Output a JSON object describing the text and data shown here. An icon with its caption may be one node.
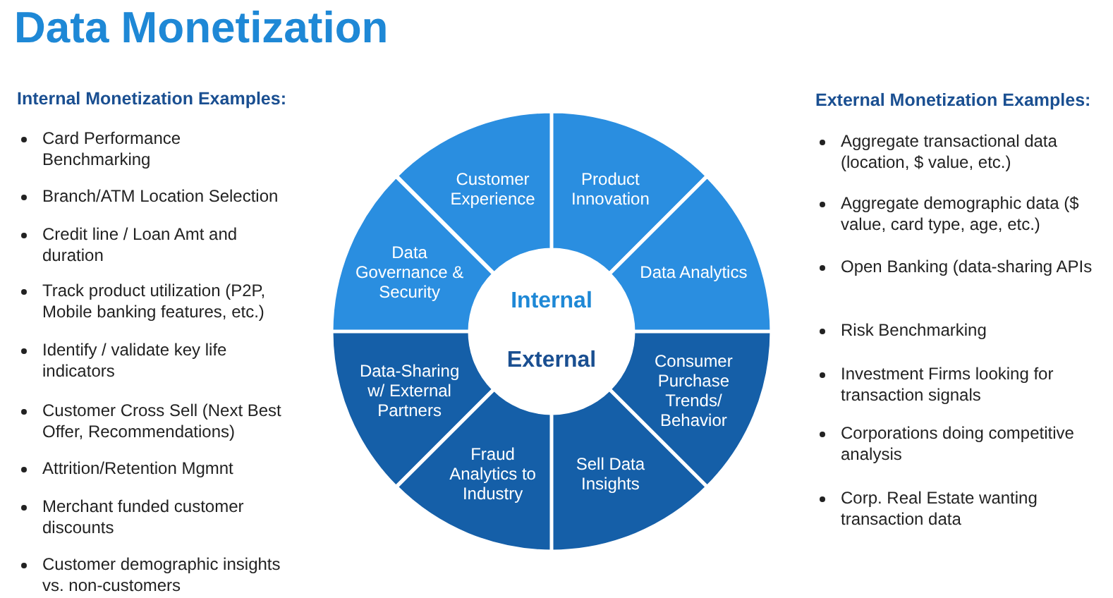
{
  "diagram": {
    "title": "Data Monetization",
    "nodes": [
      {
        "text": [
          "Customer Experience"
        ]
      },
      {
        "text": [
          "Product Innovation"
        ]
      },
      {
        "text": [
          "Data Governance & Security"
        ]
      },
      {
        "text": [
          "Data Analytics"
        ]
      },
      {
        "text": [
          "Internal"
        ]
      },
      {
        "text": [
          "External"
        ]
      },
      {
        "text": [
          "Data-Sharing w/ External Partners"
        ]
      },
      {
        "text": [
          "Consumer Purchase Trends/ Behavior"
        ]
      },
      {
        "text": [
          "Fraud Analytics to Industry"
        ]
      },
      {
        "text": [
          "Sell Data Insights"
        ]
      }
    ],
    "edges": [],
    "labels": [
      "Internal Monetization Examples:",
      "Card Performance Benchmarking",
      "Branch/ATM Location Selection",
      "Credit line / Loan Amt and duration",
      "Track product utilization (P2P, Mobile banking features, etc.)",
      "Identify / validate key life indicators",
      "Customer Cross Sell (Next Best Offer, Recommendations)",
      "Attrition/Retention Mgmnt",
      "Merchant funded customer discounts",
      "Customer demographic insights vs. non-customers",
      "External Monetization Examples:",
      "Aggregate transactional data (location, $ value, etc.)",
      "Aggregate demographic data ($ value, card type, age, etc.)",
      "Open Banking (data-sharing APIs",
      "Risk Benchmarking",
      "Investment Firms looking for transaction signals",
      "Corporations doing competitive analysis",
      "Corp. Real Estate wanting transaction data"
    ]
  }
}
